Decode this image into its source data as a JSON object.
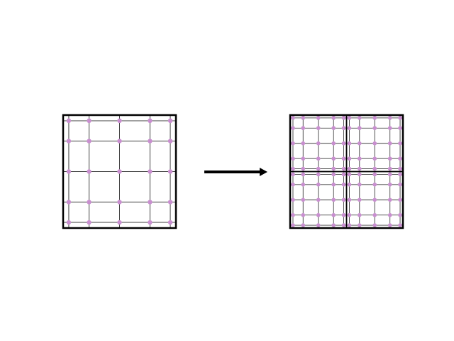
{
  "diagram": {
    "source_grid": {
      "panels": 1,
      "nodes_per_axis": 5,
      "node_positions": [
        0.05,
        0.23,
        0.5,
        0.77,
        0.95
      ]
    },
    "target_grid": {
      "panels": 4,
      "panels_per_axis": 2,
      "nodes_per_axis_per_panel": 5,
      "node_positions": [
        0.05,
        0.23,
        0.5,
        0.77,
        0.95
      ]
    },
    "arrow": {
      "direction": "right"
    }
  },
  "colors": {
    "background": "#ffffff",
    "frame": "#000000",
    "grid_line": "#404040",
    "node": "#c98fd0",
    "arrow": "#000000"
  }
}
